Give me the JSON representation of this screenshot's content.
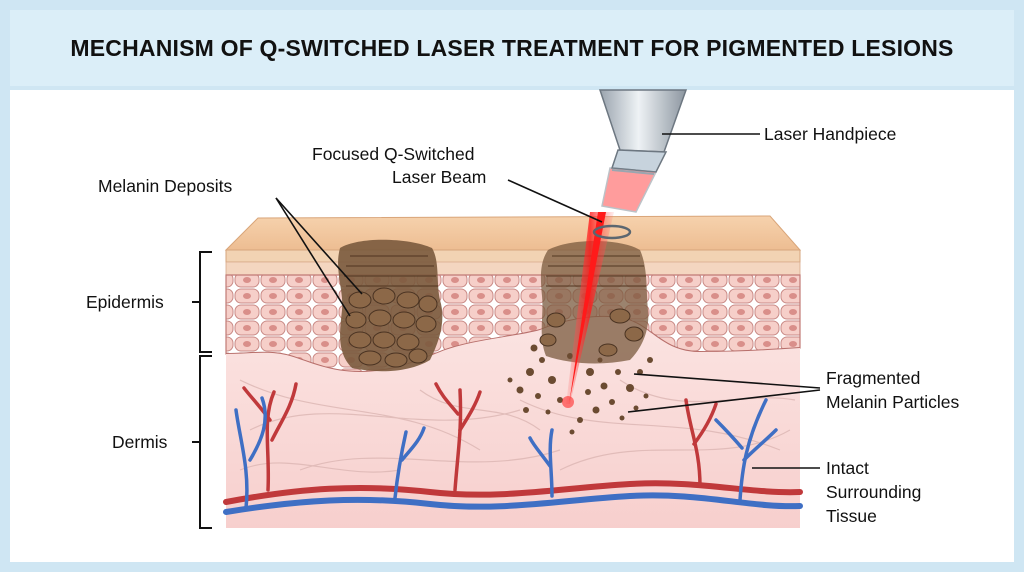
{
  "title": "MECHANISM OF Q-SWITCHED LASER TREATMENT FOR PIGMENTED LESIONS",
  "labels": {
    "laser_handpiece": "Laser Handpiece",
    "beam_line1": "Focused Q-Switched",
    "beam_line2": "Laser Beam",
    "melanin_deposits": "Melanin Deposits",
    "epidermis": "Epidermis",
    "dermis": "Dermis",
    "fragmented_line1": "Fragmented",
    "fragmented_line2": "Melanin Particles",
    "intact_line1": "Intact",
    "intact_line2": "Surrounding",
    "intact_line3": "Tissue"
  },
  "colors": {
    "background": "#cfe6f3",
    "skin_top": "#f1c9a0",
    "epidermis": "#f3c2bd",
    "dermis": "#fbe1df",
    "melanin": "#7a5a3d",
    "laser": "#e8202a",
    "artery": "#c0393b",
    "vein": "#3f6fc4"
  }
}
